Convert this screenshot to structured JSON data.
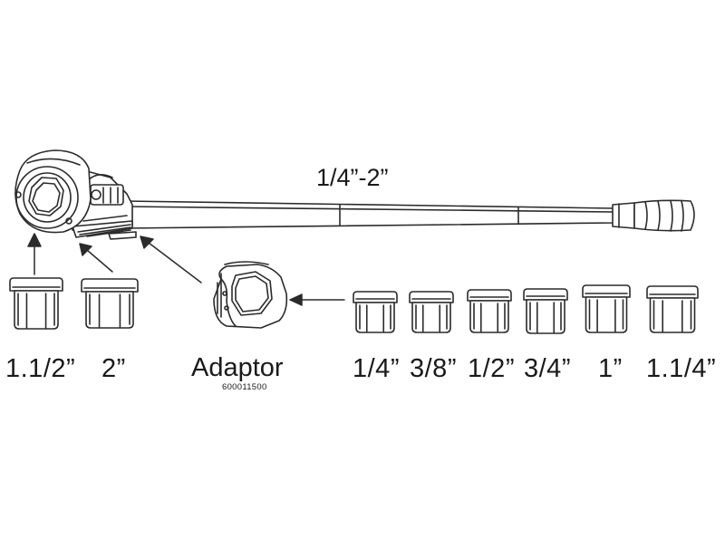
{
  "diagram": {
    "handle_range": "1/4”-2”",
    "adaptor": {
      "label": "Adaptor",
      "part_number": "600011500"
    },
    "left_dies": [
      {
        "label": "1.1/2”"
      },
      {
        "label": "2”"
      }
    ],
    "right_dies": [
      {
        "label": "1/4”"
      },
      {
        "label": "3/8”"
      },
      {
        "label": "1/2”"
      },
      {
        "label": "3/4”"
      },
      {
        "label": "1”"
      },
      {
        "label": "1.1/4”"
      }
    ],
    "line_color": "#2b2b2b",
    "fill_color": "#ffffff"
  }
}
